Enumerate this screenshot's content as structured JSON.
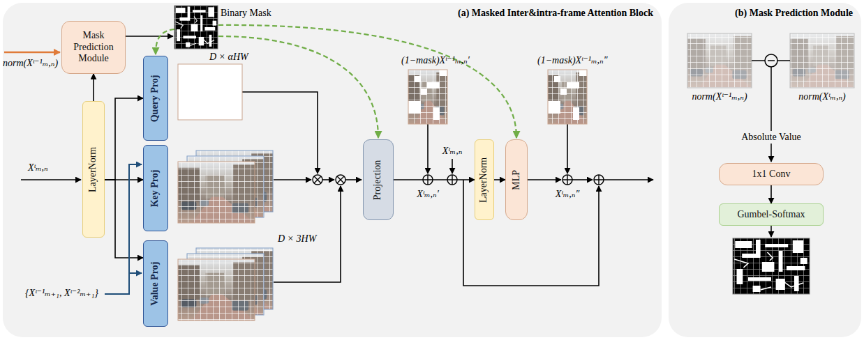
{
  "diagram": {
    "nodes": [
      {
        "text": [
          "(a) Masked Inter&intra-frame Attention Block"
        ]
      },
      {
        "text": [
          "Mask Prediction Module"
        ],
        "in": 0
      },
      {
        "text": [
          "LayerNorm"
        ],
        "in": 0
      },
      {
        "text": [
          "Query Proj"
        ],
        "in": 0
      },
      {
        "text": [
          "Key Proj"
        ],
        "in": 0
      },
      {
        "text": [
          "Value Proj"
        ],
        "in": 0
      },
      {
        "text": [
          "Projection"
        ],
        "in": 0
      },
      {
        "text": [
          "LayerNorm"
        ],
        "in": 0
      },
      {
        "text": [
          "MLP"
        ],
        "in": 0
      },
      {
        "text": [
          "(b) Mask Prediction Module"
        ]
      },
      {
        "text": [
          "1x1 Conv"
        ],
        "in": 9
      },
      {
        "text": [
          "Gumbel-Softmax"
        ],
        "in": 9
      }
    ],
    "edges": [
      {
        "from": 2,
        "to": 1,
        "arrow": "to"
      },
      {
        "from": 2,
        "to": 3,
        "arrow": "to"
      },
      {
        "from": 2,
        "to": 4,
        "arrow": "to"
      },
      {
        "from": 2,
        "to": 5,
        "arrow": "to"
      },
      {
        "from": 6,
        "to": 7,
        "arrow": "to"
      },
      {
        "from": 7,
        "to": 8,
        "arrow": "to"
      },
      {
        "from": 10,
        "to": 11,
        "arrow": "to"
      }
    ],
    "labels": [
      "Binary Mask",
      "norm(Xᵗ⁻¹ₘ,ₙ)",
      "Xᵗₘ,ₙ",
      "{Xᵗ⁻¹ₘ₊₁, Xᵗ⁻²ₘ₊₁}",
      "D × αHW",
      "D × 3HW",
      "(1−mask)Xᵗ⁻¹ₘ,ₙ′",
      "Xᵗₘ,ₙ",
      "Xᵗₘ,ₙ′",
      "(1−mask)Xᵗ⁻¹ₘ,ₙ″",
      "Xᵗₘ,ₙ″",
      "norm(Xᵗ⁻¹ₘ,ₙ)",
      "norm(Xᵗₘ,ₙ)",
      "Absolute Value"
    ]
  }
}
